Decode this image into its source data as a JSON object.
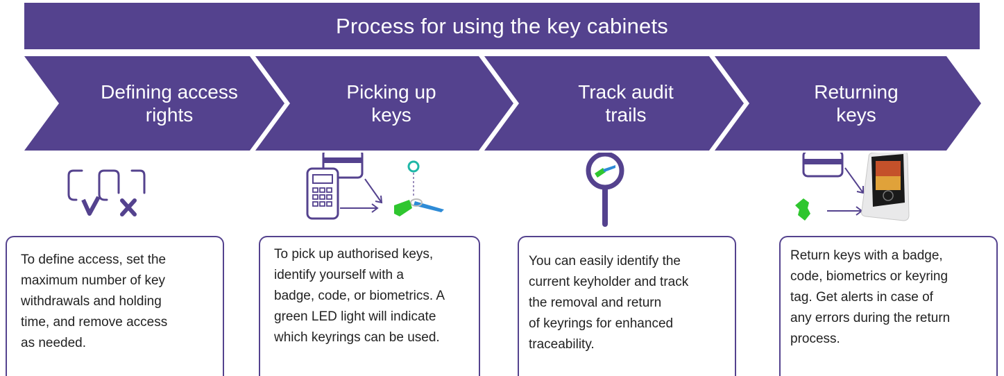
{
  "title": "Process for using the key cabinets",
  "colors": {
    "accent": "#54428e",
    "key_green": "#2fc62f",
    "key_blue": "#2e8bd6",
    "led": "#1fb7a7"
  },
  "steps": [
    {
      "label": "Defining access rights",
      "label_lines": [
        "Defining access",
        "rights"
      ],
      "icon": "access-rights-check-cross-icon",
      "description": "To define access, set the maximum number of key withdrawals and holding time, and remove access as needed.",
      "description_lines": [
        "To define access, set the",
        "maximum number of key",
        "withdrawals and holding",
        "time, and remove access",
        "as needed."
      ]
    },
    {
      "label": "Picking up keys",
      "label_lines": [
        "Picking up",
        "keys"
      ],
      "icon": "badge-keypad-to-keyring-icon",
      "description": "To pick up authorised keys, identify yourself with a badge, code, or biometrics. A green LED light will indicate which keyrings can be used.",
      "description_lines": [
        "To pick up authorised keys,",
        "identify yourself with a",
        "badge, code, or biometrics. A",
        "green LED light will indicate",
        "which keyrings can be used."
      ]
    },
    {
      "label": "Track audit trails",
      "label_lines": [
        "Track audit",
        "trails"
      ],
      "icon": "magnifier-keyring-icon",
      "description": "You can easily identify the current keyholder and track the removal and return of keyrings for enhanced traceability.",
      "description_lines": [
        "You can easily identify the",
        "current keyholder and track",
        "the removal and return",
        "of keyrings for enhanced",
        "traceability."
      ]
    },
    {
      "label": "Returning keys",
      "label_lines": [
        "Returning",
        "keys"
      ],
      "icon": "badge-keytag-to-terminal-icon",
      "description": "Return keys with a badge, code, biometrics or keyring tag. Get alerts in case of any errors during the return process.",
      "description_lines": [
        "Return keys with a badge,",
        "code, biometrics or keyring",
        "tag. Get alerts in case of",
        "any errors during the return",
        "process."
      ]
    }
  ]
}
